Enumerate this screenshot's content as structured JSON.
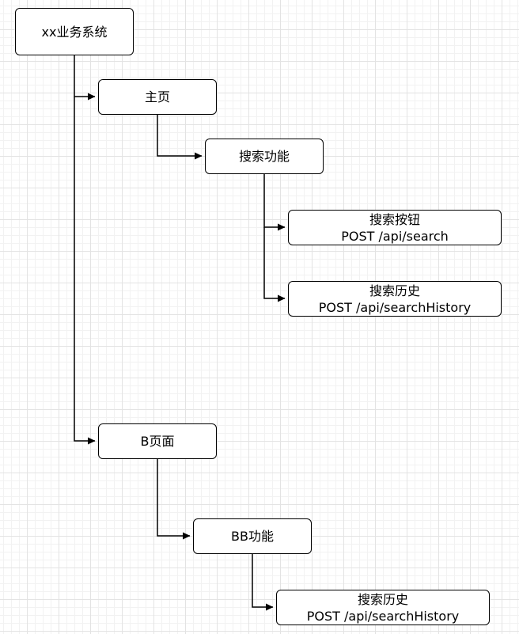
{
  "diagram": {
    "nodes": {
      "root": {
        "label": "xx业务系统"
      },
      "home": {
        "label": "主页"
      },
      "search_feature": {
        "label": "搜索功能"
      },
      "search_button": {
        "label": "搜索按钮",
        "api": "POST /api/search"
      },
      "search_history_1": {
        "label": "搜索历史",
        "api": "POST /api/searchHistory"
      },
      "b_page": {
        "label": "B页面"
      },
      "bb_feature": {
        "label": "BB功能"
      },
      "search_history_2": {
        "label": "搜索历史",
        "api": "POST /api/searchHistory"
      }
    },
    "colors": {
      "line": "#000000",
      "node_border": "#000000",
      "node_fill": "#ffffff",
      "grid": "#e3e3e3"
    }
  }
}
